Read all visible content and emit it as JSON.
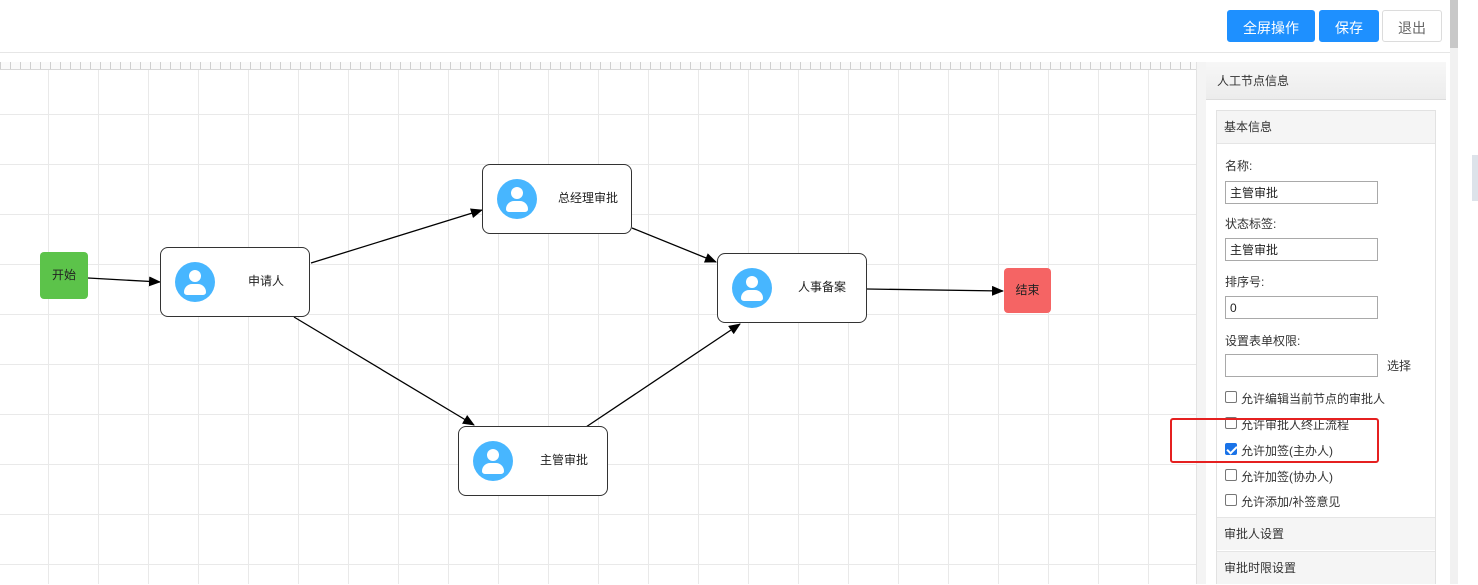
{
  "toolbar": {
    "fullscreen_label": "全屏操作",
    "save_label": "保存",
    "exit_label": "退出",
    "primary_color": "#1e90ff"
  },
  "flow": {
    "start": {
      "label": "开始",
      "color": "#5cc34a"
    },
    "end": {
      "label": "结束",
      "color": "#f56464"
    },
    "nodes": [
      {
        "id": "applicant",
        "label": "申请人",
        "icon": "user-avatar-icon"
      },
      {
        "id": "gm-approval",
        "label": "总经理审批",
        "icon": "user-avatar-icon"
      },
      {
        "id": "supervisor-approval",
        "label": "主管审批",
        "icon": "user-avatar-icon"
      },
      {
        "id": "hr-record",
        "label": "人事备案",
        "icon": "user-avatar-icon"
      }
    ]
  },
  "panel": {
    "header": "人工节点信息",
    "basic_section": "基本信息",
    "name_label": "名称:",
    "name_value": "主管审批",
    "status_label": "状态标签:",
    "status_value": "主管审批",
    "sort_label": "排序号:",
    "sort_value": "0",
    "form_perm_label": "设置表单权限:",
    "form_perm_value": "",
    "select_label": "选择",
    "checkboxes": [
      {
        "label": "允许编辑当前节点的审批人",
        "checked": false
      },
      {
        "label": "允许审批人终止流程",
        "checked": false
      },
      {
        "label": "允许加签(主办人)",
        "checked": true
      },
      {
        "label": "允许加签(协办人)",
        "checked": false
      },
      {
        "label": "允许添加/补签意见",
        "checked": false
      }
    ],
    "approver_section": "审批人设置",
    "time_limit_section": "审批时限设置"
  }
}
